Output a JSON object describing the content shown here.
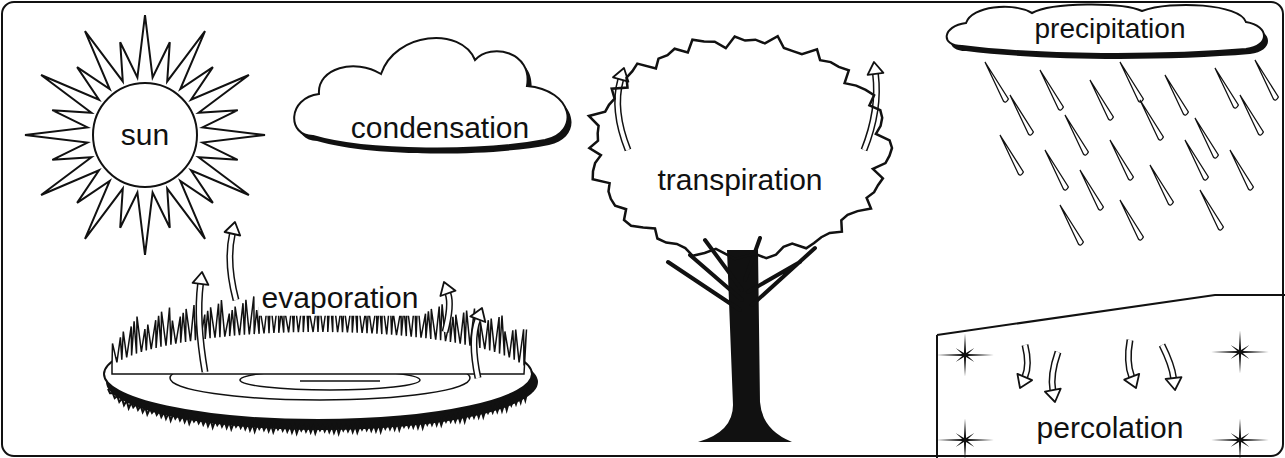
{
  "diagram": {
    "nodes": [
      {
        "text": [
          "sun"
        ]
      },
      {
        "text": [
          "condensation"
        ]
      },
      {
        "text": [
          "transpiration"
        ]
      },
      {
        "text": [
          "precipitation"
        ]
      },
      {
        "text": [
          "percolation"
        ]
      }
    ],
    "labels": [
      "evaporation"
    ]
  }
}
